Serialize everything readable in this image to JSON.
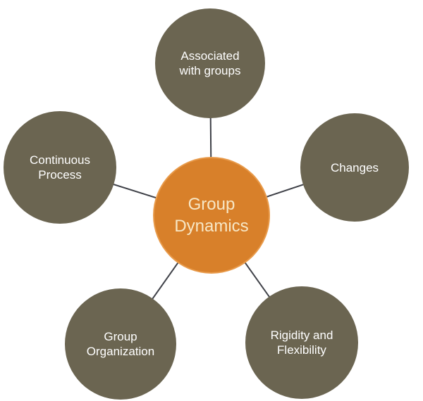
{
  "colors": {
    "outer": "#6b6551",
    "center": "#d8802a",
    "line": "#3f4148"
  },
  "center": {
    "label": "Group\nDynamics"
  },
  "nodes": [
    {
      "id": "associated",
      "label": "Associated\nwith groups"
    },
    {
      "id": "changes",
      "label": "Changes"
    },
    {
      "id": "rigidity",
      "label": "Rigidity and\nFlexibility"
    },
    {
      "id": "organization",
      "label": "Group\nOrganization"
    },
    {
      "id": "continuous",
      "label": "Continuous\nProcess"
    }
  ]
}
